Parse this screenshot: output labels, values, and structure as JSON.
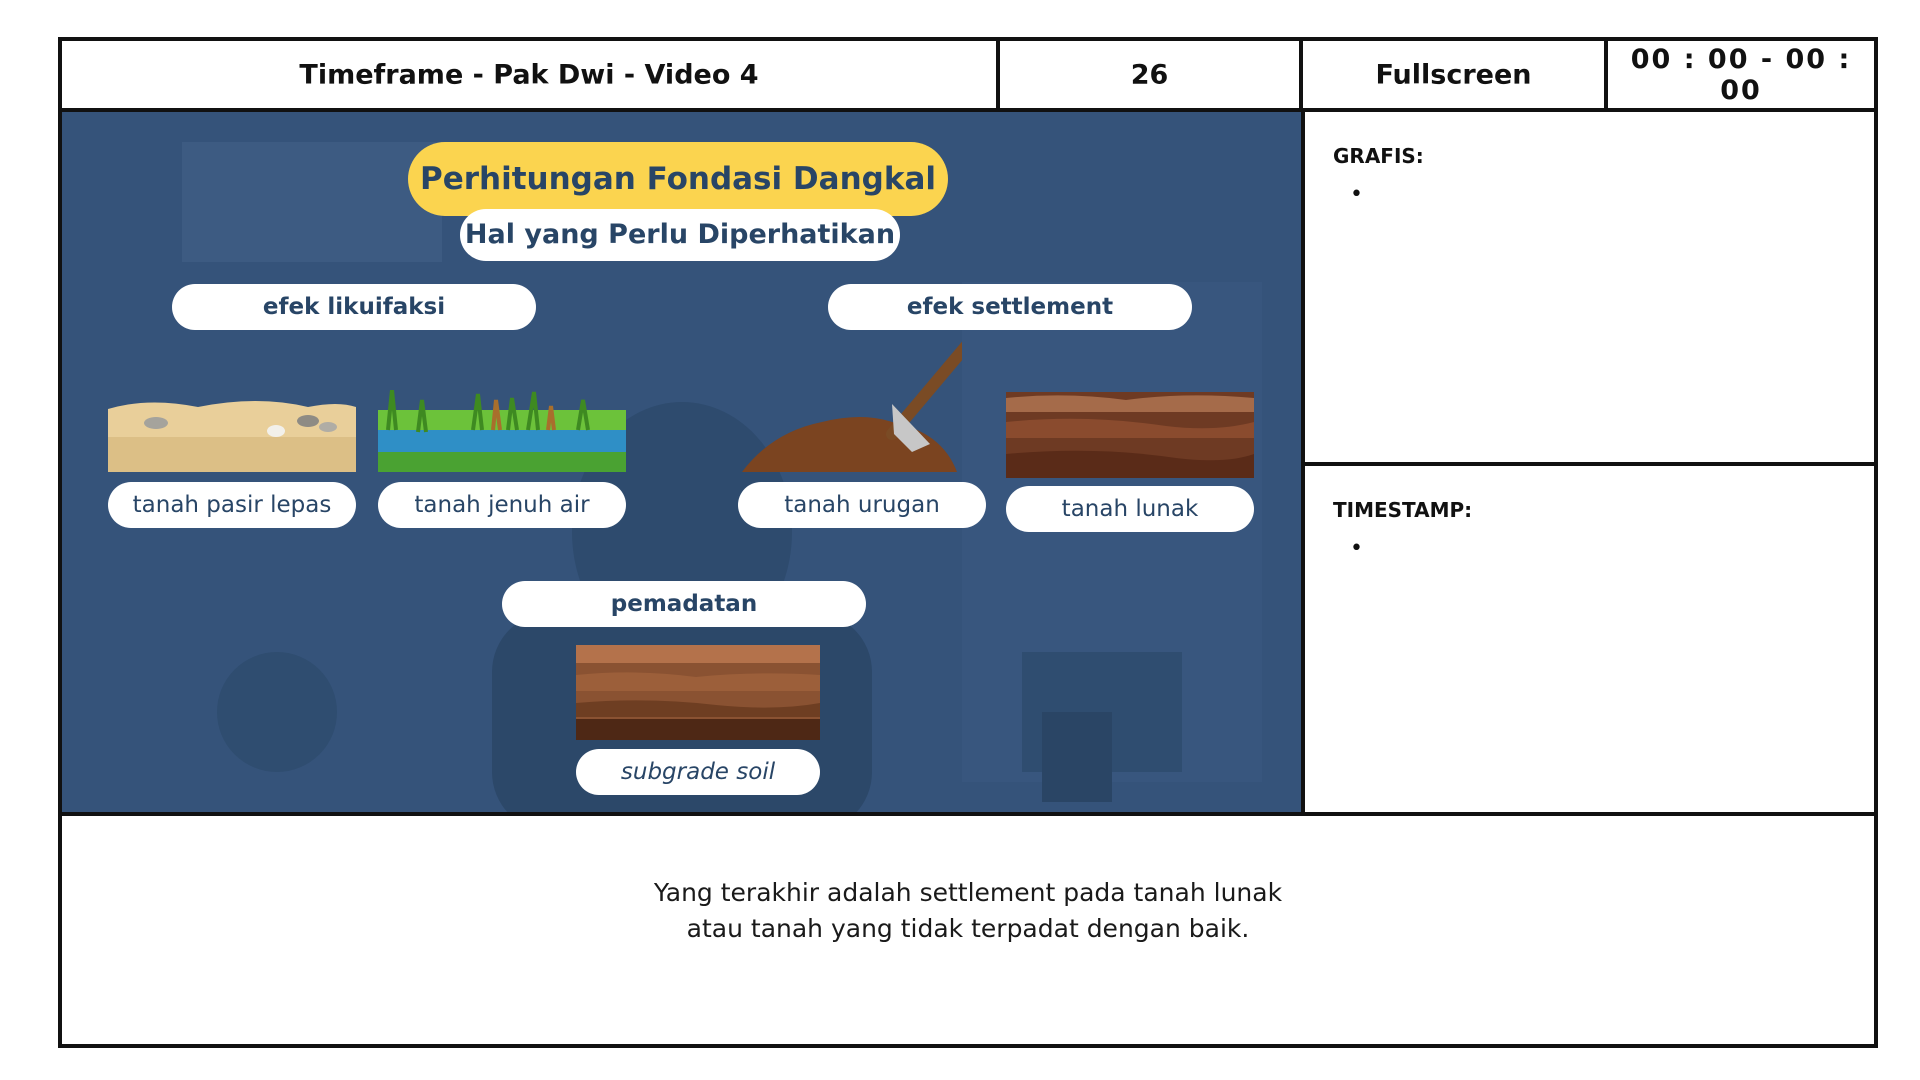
{
  "header": {
    "title": "Timeframe - Pak Dwi - Video 4",
    "frame_number": "26",
    "mode": "Fullscreen",
    "timecode": "00 : 00 - 00 : 00"
  },
  "slide": {
    "title": "Perhitungan Fondasi Dangkal",
    "subtitle": "Hal yang Perlu Diperhatikan",
    "groups": {
      "liquefaction": "efek likuifaksi",
      "settlement": "efek settlement",
      "compaction": "pemadatan"
    },
    "soils": {
      "loose_sand": "tanah pasir lepas",
      "saturated": "tanah jenuh air",
      "fill": "tanah urugan",
      "soft": "tanah lunak",
      "subgrade": "subgrade soil"
    },
    "colors": {
      "title_pill": "#fbd44f",
      "slide_bg": "#35537a",
      "pill_text": "#284566"
    }
  },
  "panels": {
    "grafis_label": "GRAFIS:",
    "timestamp_label": "TIMESTAMP:",
    "bullet": "•"
  },
  "caption": {
    "line1": "Yang terakhir adalah settlement pada tanah lunak",
    "line2": "atau tanah yang tidak terpadat dengan baik."
  }
}
